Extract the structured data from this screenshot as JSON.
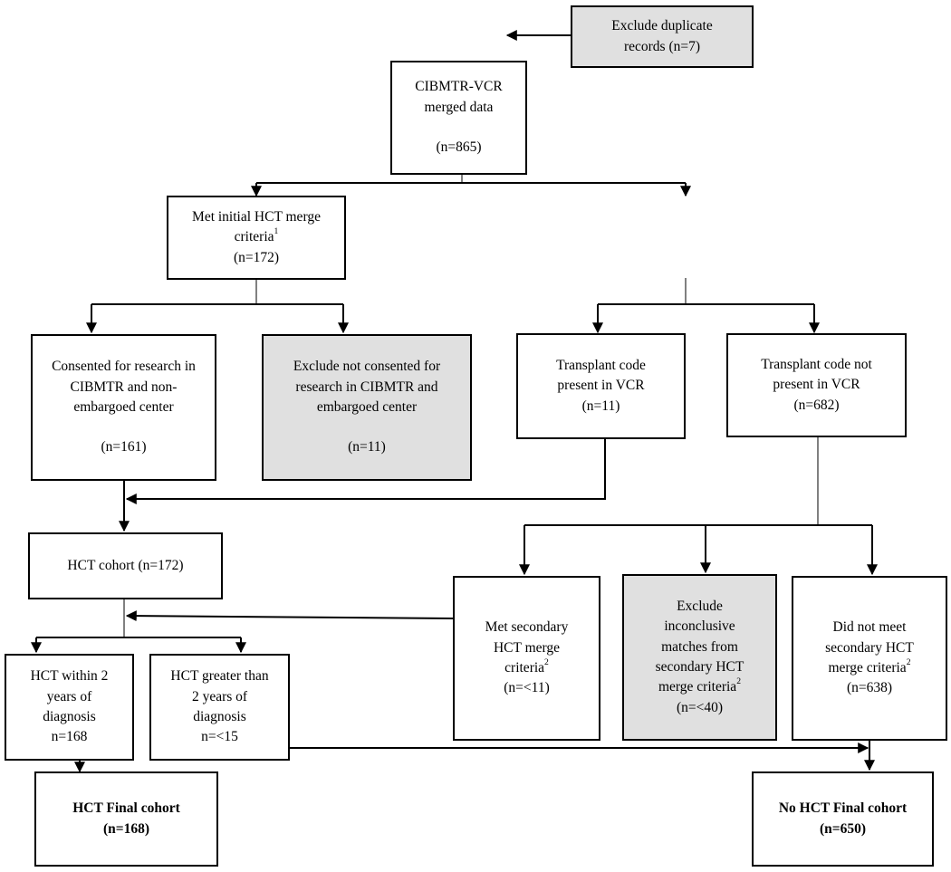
{
  "boxes": {
    "exclude_duplicates": {
      "lines": [
        "Exclude duplicate",
        "records (n=7)"
      ]
    },
    "merged_data": {
      "lines": [
        "CIBMTR-VCR",
        "merged data",
        "",
        "(n=865)"
      ]
    },
    "met_initial": {
      "line1": "Met initial HCT merge",
      "line2": "criteria",
      "line2_sup": "1",
      "line3": "(n=172)"
    },
    "consented": {
      "lines": [
        "Consented for research in",
        "CIBMTR and non-",
        "embargoed center",
        "",
        "(n=161)"
      ]
    },
    "exclude_not_consented": {
      "lines": [
        "Exclude not consented for",
        "research in CIBMTR and",
        "embargoed center",
        "",
        "(n=11)"
      ]
    },
    "transplant_present": {
      "lines": [
        "Transplant code",
        "present in VCR",
        "(n=11)"
      ]
    },
    "transplant_not_present": {
      "lines": [
        "Transplant code not",
        "present in VCR",
        "(n=682)"
      ]
    },
    "hct_cohort": {
      "lines": [
        "HCT cohort (n=172)"
      ]
    },
    "met_secondary": {
      "line1": "Met secondary",
      "line2": "HCT merge",
      "line3": "criteria",
      "line3_sup": "2",
      "line4": "(n=<11)"
    },
    "exclude_inconclusive": {
      "line1": "Exclude",
      "line2": "inconclusive",
      "line3": "matches from",
      "line4": "secondary HCT",
      "line5": "merge criteria",
      "line5_sup": "2",
      "line6": "(n=<40)"
    },
    "did_not_meet": {
      "line1": "Did not meet",
      "line2": "secondary HCT",
      "line3": "merge criteria",
      "line3_sup": "2",
      "line4": "(n=638)"
    },
    "hct_within": {
      "lines": [
        "HCT within 2",
        "years of",
        "diagnosis",
        "n=168"
      ]
    },
    "hct_greater": {
      "lines": [
        "HCT greater than",
        "2 years of",
        "diagnosis",
        "n=<15"
      ]
    },
    "hct_final": {
      "lines": [
        "HCT Final cohort",
        "(n=168)"
      ]
    },
    "no_hct_final": {
      "lines": [
        "No HCT Final cohort",
        "(n=650)"
      ]
    }
  }
}
